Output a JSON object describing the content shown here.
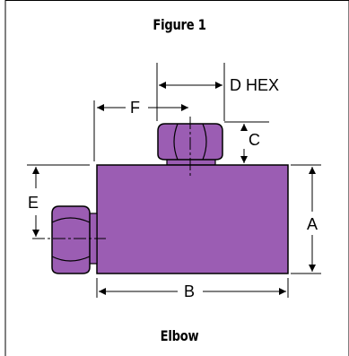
{
  "figure_title": "Figure 1",
  "caption": "Elbow",
  "dimension_labels": {
    "a": "A",
    "b": "B",
    "c": "C",
    "d": "D HEX",
    "e": "E",
    "f": "F"
  },
  "colors": {
    "body_fill": "#9b5db3",
    "outline": "#000000",
    "frame": "#000000"
  }
}
